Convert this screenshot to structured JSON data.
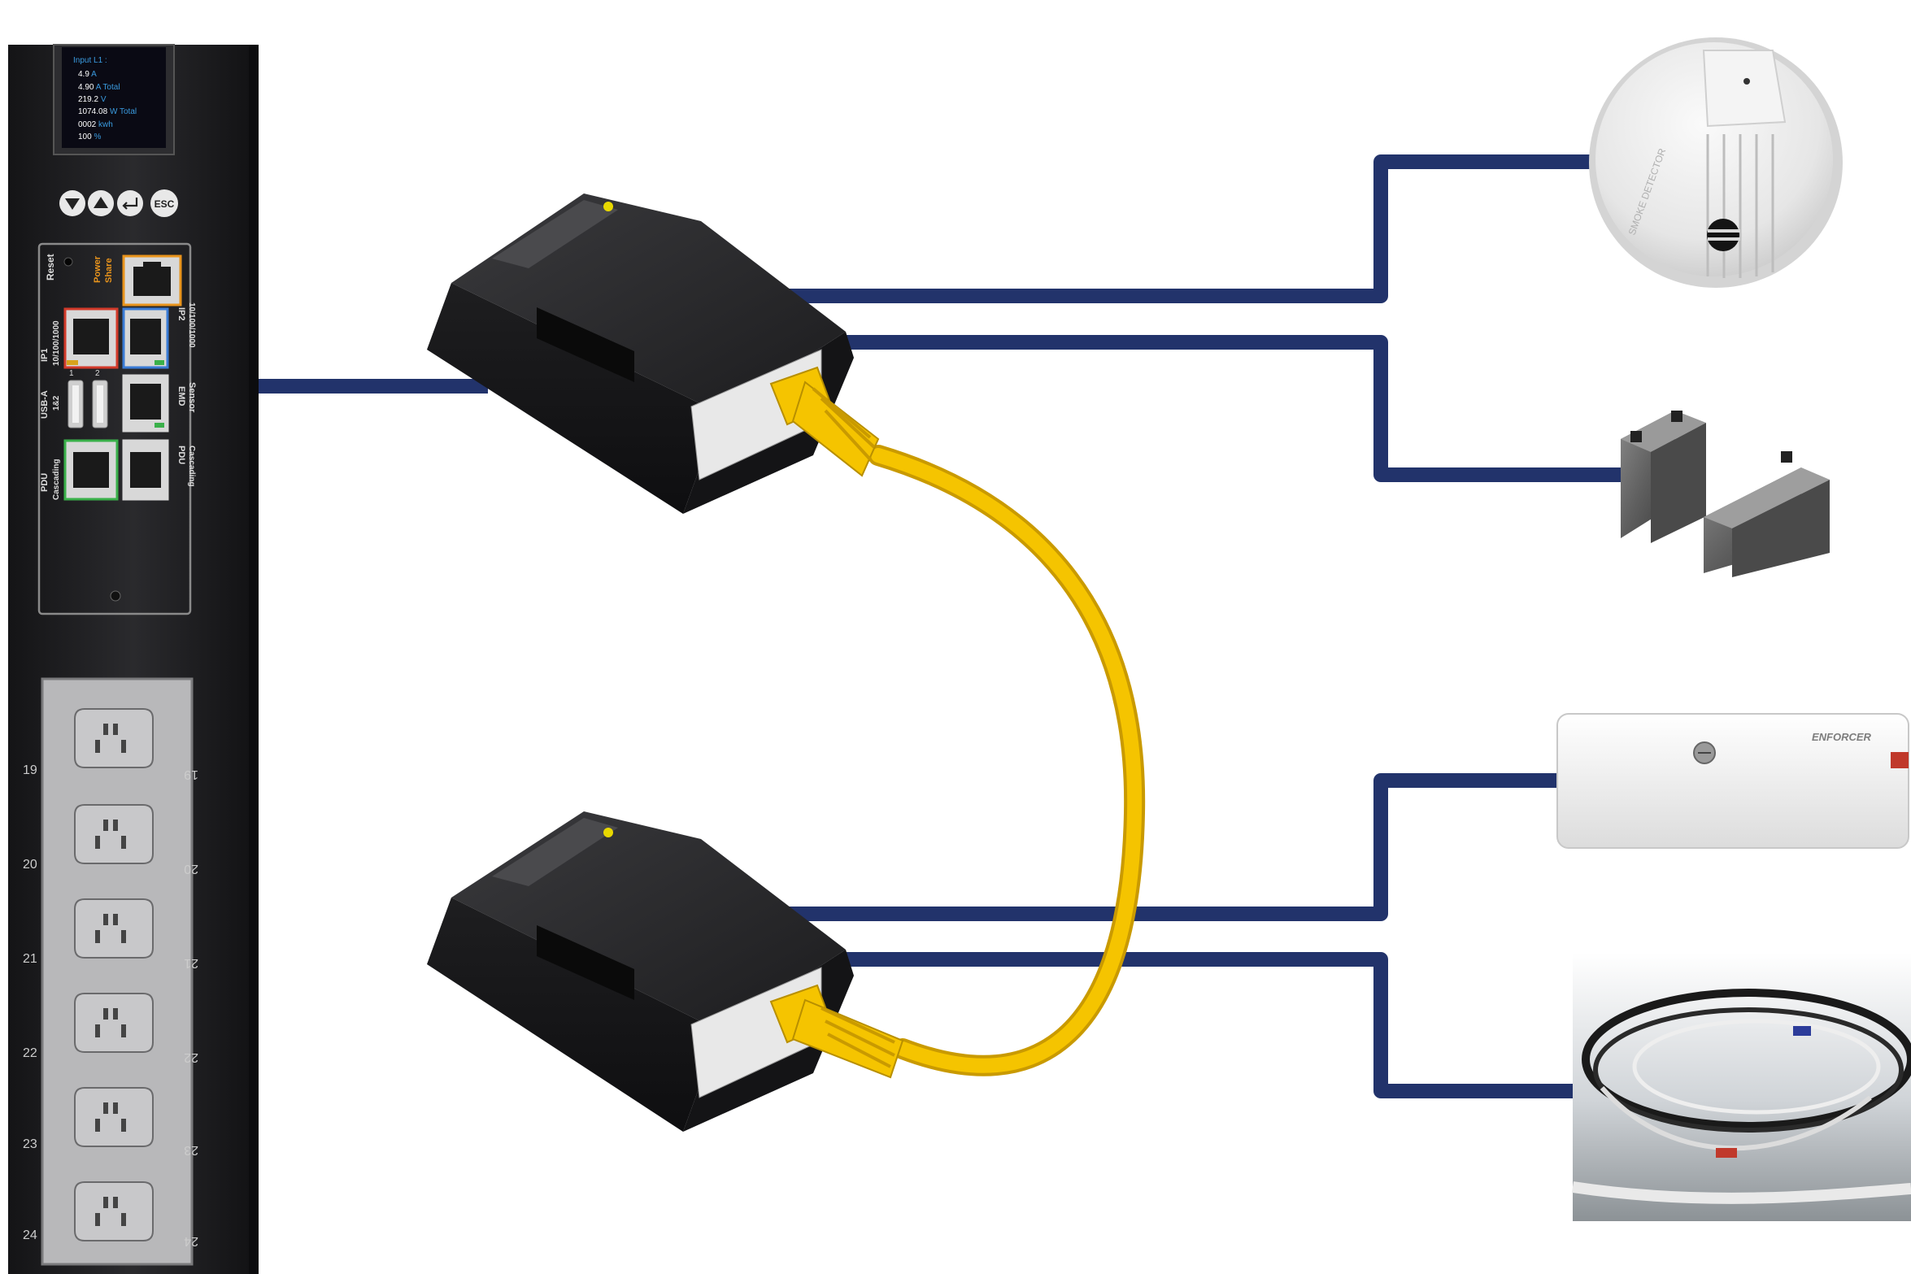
{
  "colors": {
    "background": "#ffffff",
    "wire": "#22336b",
    "patch_cable": "#f5c400",
    "pdu_body": "#202022",
    "module_body": "#222224",
    "display_bg": "#0a0a14",
    "display_text": "#ffffff",
    "display_accent": "#3a9be0",
    "port_accent_orange": "#e9941c",
    "port_accent_red": "#d23a2a",
    "port_accent_blue": "#3a7bd5",
    "port_accent_green": "#3ab04a"
  },
  "pdu": {
    "display": {
      "header": "Input  L1 :",
      "rows": [
        {
          "value": "4.9",
          "unit": "A"
        },
        {
          "value": "4.90",
          "unit": "A Total"
        },
        {
          "value": "219.2",
          "unit": "V"
        },
        {
          "value": "1074.08",
          "unit": "W Total"
        },
        {
          "value": "0002",
          "unit": "kwh"
        },
        {
          "value": "100",
          "unit": "%"
        }
      ]
    },
    "buttons": {
      "down_icon": "triangle-down-icon",
      "up_icon": "triangle-up-icon",
      "enter_icon": "enter-arrow-icon",
      "esc_label": "ESC"
    },
    "labels": {
      "reset": "Reset",
      "power_share_line1": "Power",
      "power_share_line2": "Share",
      "ip1_line1": "IP1",
      "ip1_line2": "10/100/1000",
      "ip2_line1": "IP2",
      "ip2_line2": "10/100/1000",
      "usb_line1": "USB-A",
      "usb_line2": "1&2",
      "usb_num1": "1",
      "usb_num2": "2",
      "emd_line1": "EMD",
      "emd_line2": "Sensor",
      "pdu_casc_left_line1": "PDU",
      "pdu_casc_left_line2": "Cascading",
      "pdu_casc_right_line1": "PDU",
      "pdu_casc_right_line2": "Cascading"
    },
    "outlets": [
      "19",
      "20",
      "21",
      "22",
      "23",
      "24"
    ]
  },
  "sensors": [
    {
      "name": "smoke-detector",
      "text": "SMOKE DETECTOR"
    },
    {
      "name": "door-contact-sensor"
    },
    {
      "name": "motion-sensor",
      "brand": "ENFORCER"
    },
    {
      "name": "water-leak-rope-sensor"
    }
  ]
}
